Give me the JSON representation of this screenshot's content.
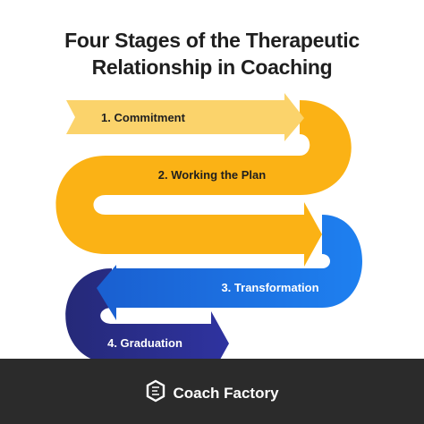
{
  "title": {
    "line1": "Four Stages of the Therapeutic",
    "line2": "Relationship in Coaching"
  },
  "stages": [
    {
      "label": "1. Commitment",
      "color": "#fbd36b"
    },
    {
      "label": "2. Working the Plan",
      "color": "#fbb215"
    },
    {
      "label": "3. Transformation",
      "color": "#1a6fe0"
    },
    {
      "label": "4. Graduation",
      "color": "#2a2d8f"
    }
  ],
  "footer": {
    "brand": "Coach Factory",
    "background": "#2b2b2b"
  }
}
